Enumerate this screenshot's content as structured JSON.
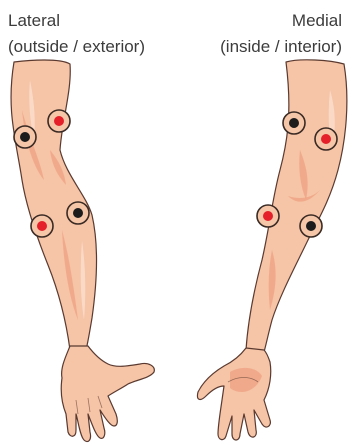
{
  "lateral": {
    "title": "Lateral",
    "subtitle": "(outside / exterior)"
  },
  "medial": {
    "title": "Medial",
    "subtitle": "(inside / interior)"
  },
  "colors": {
    "skin": "#f6c4a6",
    "skin_shadow": "#ee9f80",
    "skin_highlight": "#fbe0d0",
    "outline": "#5a3a30",
    "marker_ring": "#f5c6a8",
    "marker_ring_stroke": "#3a2a24",
    "dot_black": "#1c1c1c",
    "dot_red": "#e5202a",
    "text": "#3c3c3c"
  },
  "markers": [
    {
      "arm": "lateral",
      "dot": "black"
    },
    {
      "arm": "lateral",
      "dot": "red"
    },
    {
      "arm": "lateral",
      "dot": "red"
    },
    {
      "arm": "lateral",
      "dot": "black"
    },
    {
      "arm": "medial",
      "dot": "black"
    },
    {
      "arm": "medial",
      "dot": "red"
    },
    {
      "arm": "medial",
      "dot": "red"
    },
    {
      "arm": "medial",
      "dot": "black"
    }
  ]
}
